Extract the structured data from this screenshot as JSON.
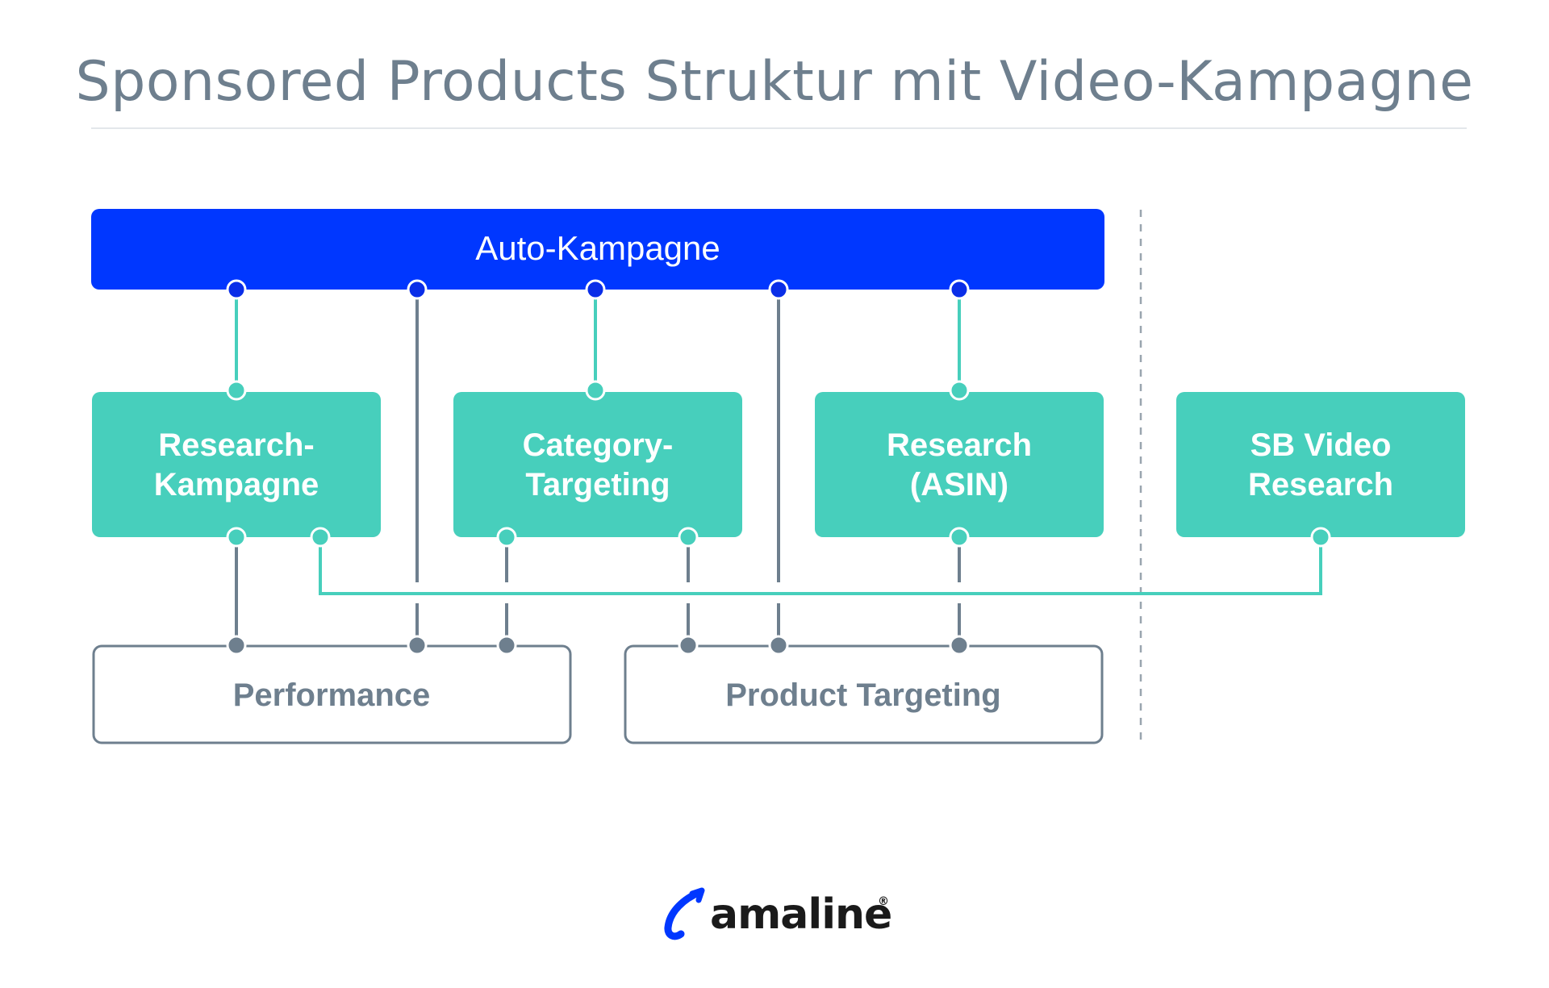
{
  "title": "Sponsored Products Struktur mit Video-Kampagne",
  "colors": {
    "auto_blue": "#0037ff",
    "teal": "#47cfbc",
    "gray": "#6e7f8e",
    "dot_blue": "#0a2ee8"
  },
  "nodes": {
    "auto": "Auto-Kampagne",
    "research_line1": "Research-",
    "research_line2": "Kampagne",
    "category_line1": "Category-",
    "category_line2": "Targeting",
    "asin_line1": "Research",
    "asin_line2": "(ASIN)",
    "sbvideo_line1": "SB Video",
    "sbvideo_line2": "Research",
    "performance": "Performance",
    "product_targeting": "Product Targeting"
  },
  "logo": {
    "name": "amaline",
    "registered": "®",
    "icon": "amaline-logo-icon"
  }
}
